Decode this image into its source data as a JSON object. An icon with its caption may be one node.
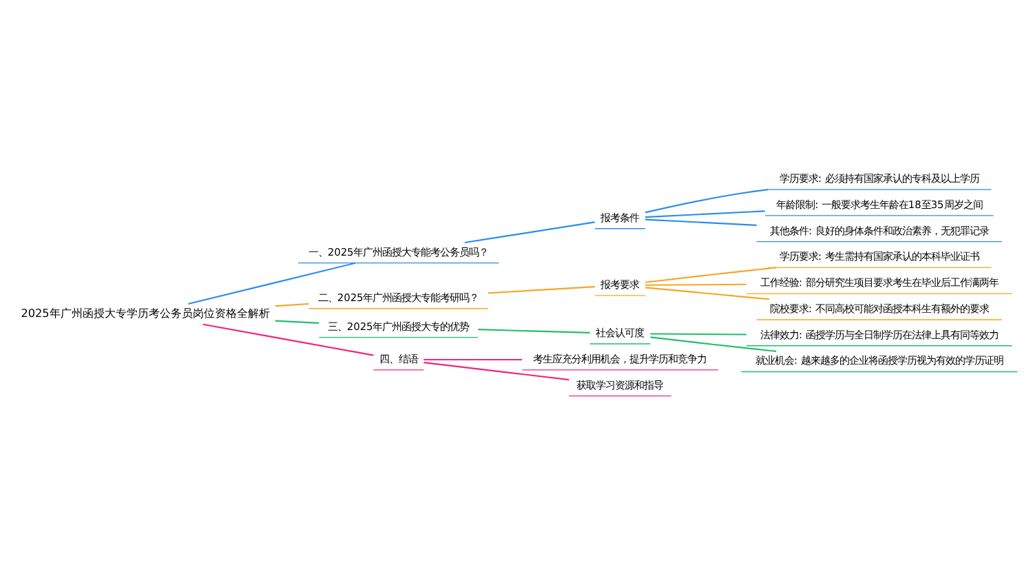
{
  "diagram": {
    "nodes": [
      {
        "text": [
          "2025年广州函授大专学历考公务员岗位资格全解析"
        ]
      },
      {
        "text": [
          "一、2025年广州函授大专能考公务员吗？"
        ]
      },
      {
        "text": [
          "报考条件"
        ]
      },
      {
        "text": [
          "学历要求: 必须持有国家承认的专科及以上学历"
        ]
      },
      {
        "text": [
          "年龄限制: 一般要求考生年龄在18至35周岁之间"
        ]
      },
      {
        "text": [
          "其他条件: 良好的身体条件和政治素养，无犯罪记录"
        ]
      },
      {
        "text": [
          "二、2025年广州函授大专能考研吗？"
        ]
      },
      {
        "text": [
          "报考要求"
        ]
      },
      {
        "text": [
          "学历要求: 考生需持有国家承认的本科毕业证书"
        ]
      },
      {
        "text": [
          "工作经验: 部分研究生项目要求考生在毕业后工作满两年"
        ]
      },
      {
        "text": [
          "院校要求: 不同高校可能对函授本科生有额外的要求"
        ]
      },
      {
        "text": [
          "三、2025年广州函授大专的优势"
        ]
      },
      {
        "text": [
          "社会认可度"
        ]
      },
      {
        "text": [
          "法律效力: 函授学历与全日制学历在法律上具有同等效力"
        ]
      },
      {
        "text": [
          "就业机会: 越来越多的企业将函授学历视为有效的学历证明"
        ]
      },
      {
        "text": [
          "四、结语"
        ]
      },
      {
        "text": [
          "考生应充分利用机会，提升学历和竞争力"
        ]
      },
      {
        "text": [
          "获取学习资源和指导"
        ]
      }
    ],
    "edges": [
      {
        "from": 0,
        "to": 1,
        "arrow": "none",
        "color": "#2b8cf0"
      },
      {
        "from": 1,
        "to": 2,
        "arrow": "none",
        "color": "#2b8cf0"
      },
      {
        "from": 2,
        "to": 3,
        "arrow": "none",
        "color": "#2b8cf0"
      },
      {
        "from": 2,
        "to": 4,
        "arrow": "none",
        "color": "#2b8cf0"
      },
      {
        "from": 2,
        "to": 5,
        "arrow": "none",
        "color": "#2b8cf0"
      },
      {
        "from": 0,
        "to": 6,
        "arrow": "none",
        "color": "#f5a623"
      },
      {
        "from": 6,
        "to": 7,
        "arrow": "none",
        "color": "#f5a623"
      },
      {
        "from": 7,
        "to": 8,
        "arrow": "none",
        "color": "#f5a623"
      },
      {
        "from": 7,
        "to": 9,
        "arrow": "none",
        "color": "#f5a623"
      },
      {
        "from": 7,
        "to": 10,
        "arrow": "none",
        "color": "#f5a623"
      },
      {
        "from": 0,
        "to": 11,
        "arrow": "none",
        "color": "#1fbf6a"
      },
      {
        "from": 11,
        "to": 12,
        "arrow": "none",
        "color": "#1fbf6a"
      },
      {
        "from": 12,
        "to": 13,
        "arrow": "none",
        "color": "#1fbf6a"
      },
      {
        "from": 12,
        "to": 14,
        "arrow": "none",
        "color": "#1fbf6a"
      },
      {
        "from": 0,
        "to": 15,
        "arrow": "none",
        "color": "#f0267a"
      },
      {
        "from": 15,
        "to": 16,
        "arrow": "none",
        "color": "#f0267a"
      },
      {
        "from": 15,
        "to": 17,
        "arrow": "none",
        "color": "#f0267a"
      }
    ]
  }
}
